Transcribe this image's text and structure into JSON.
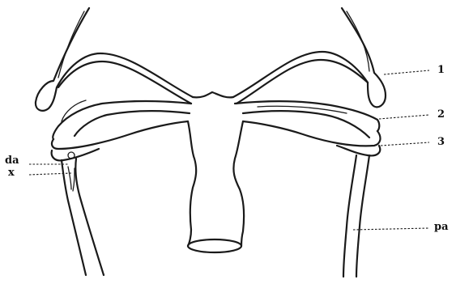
{
  "labels": {
    "l1": "1",
    "l2": "2",
    "l3": "3",
    "da": "da",
    "x": "x",
    "pa": "pa"
  }
}
